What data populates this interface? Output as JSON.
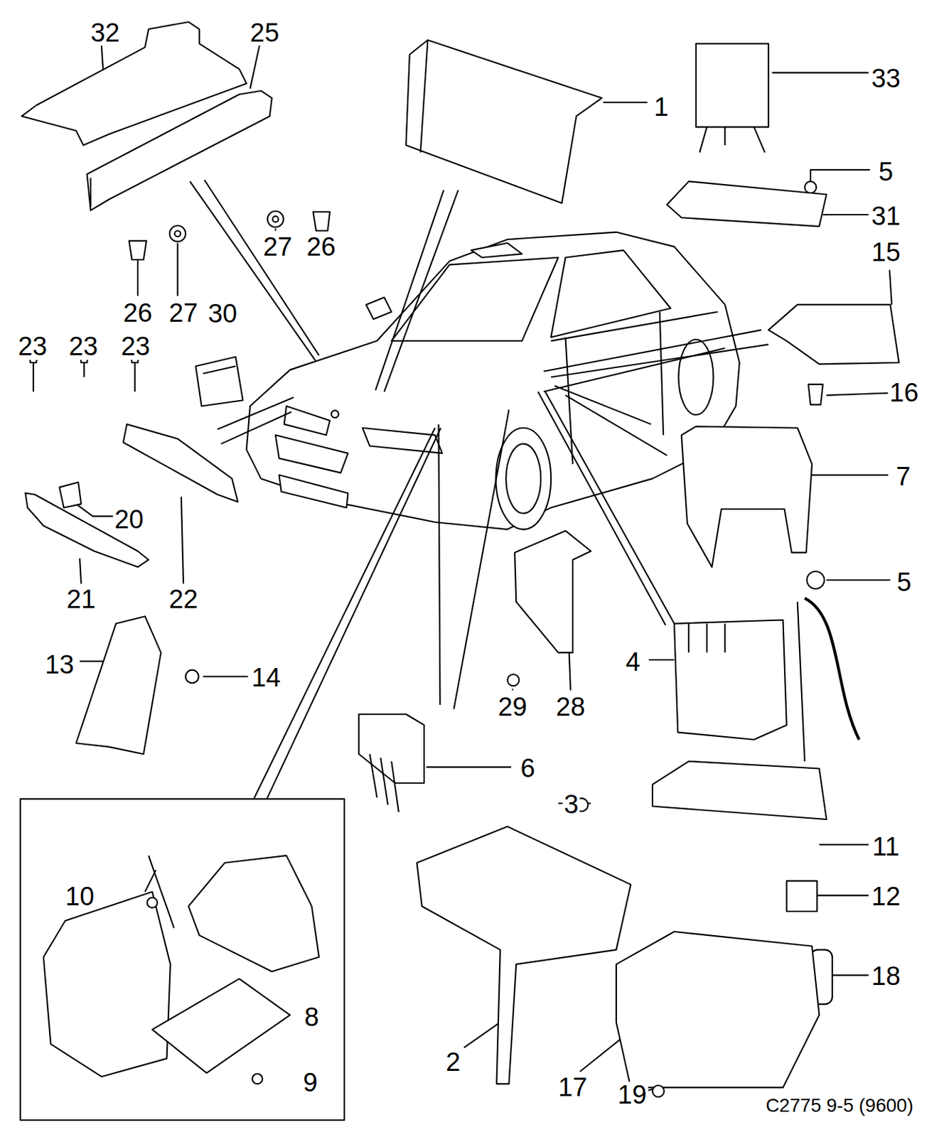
{
  "diagram": {
    "labels": [
      "32",
      "25",
      "1",
      "33",
      "5",
      "31",
      "27",
      "26",
      "26",
      "27",
      "15",
      "30",
      "23",
      "23",
      "23",
      "16",
      "20",
      "7",
      "21",
      "22",
      "5",
      "13",
      "14",
      "29",
      "28",
      "4",
      "6",
      "3",
      "11",
      "12",
      "10",
      "8",
      "18",
      "2",
      "17",
      "19",
      "9",
      "C2775 9-5 (9600)"
    ]
  }
}
